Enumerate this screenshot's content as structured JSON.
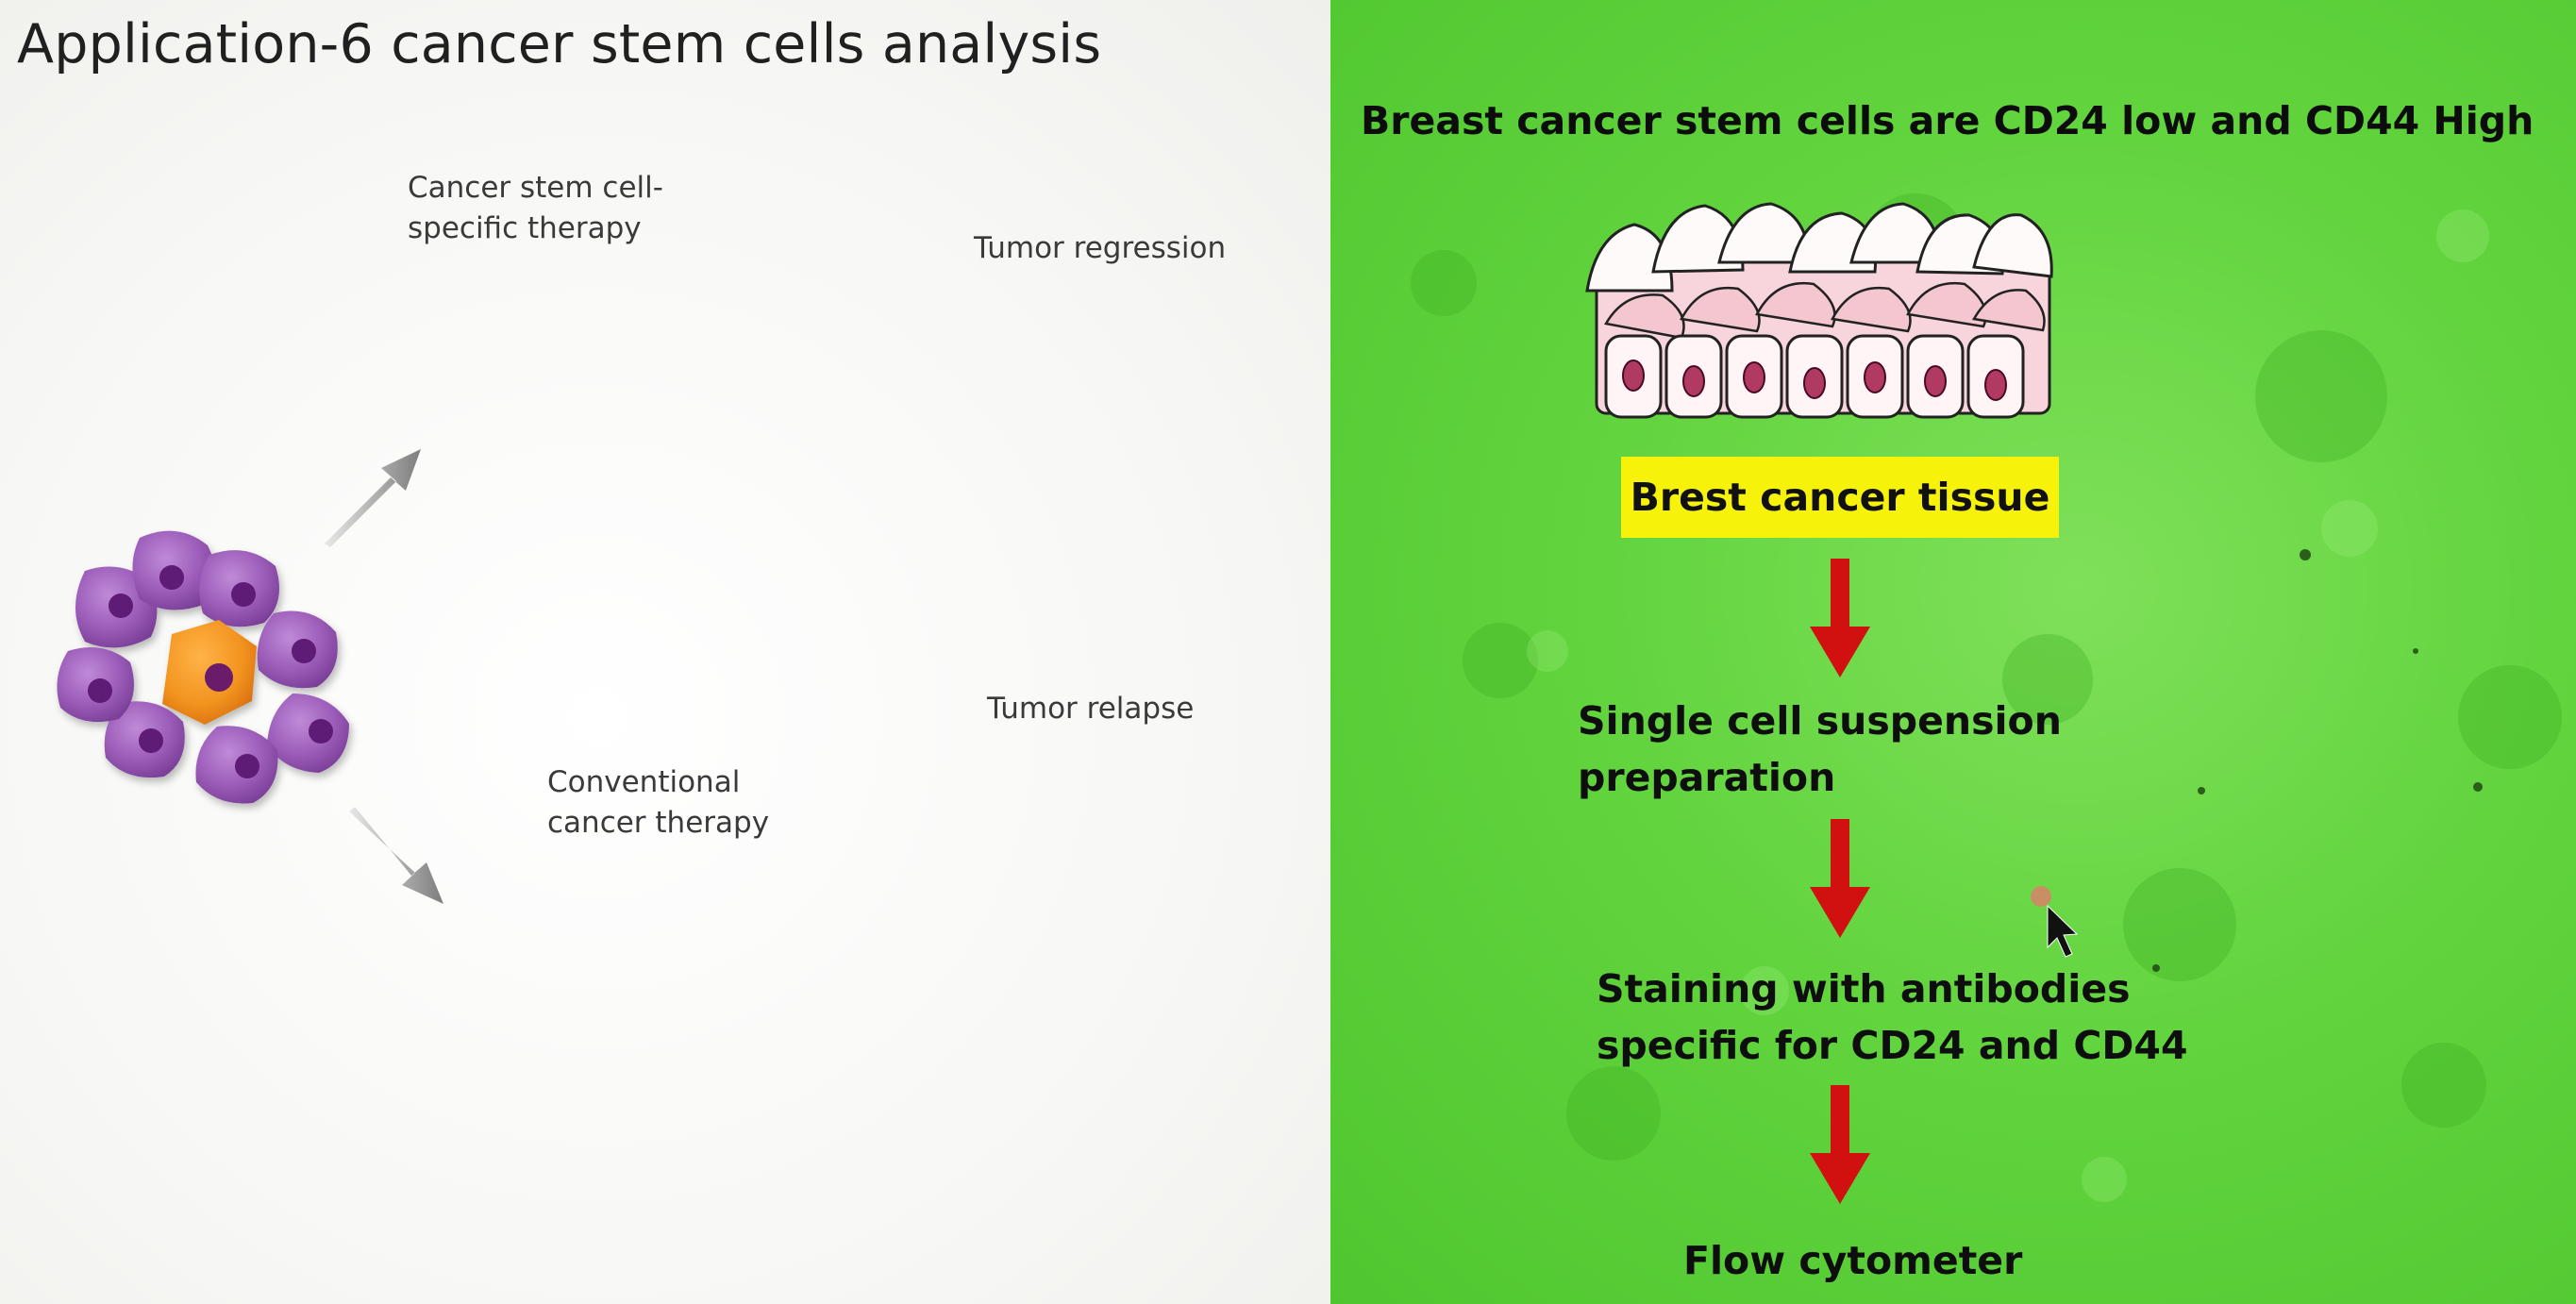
{
  "title": "Application-6  cancer stem cells analysis",
  "left": {
    "label_csc_therapy_1": "Cancer stem cell-",
    "label_csc_therapy_2": "specific therapy",
    "label_regression": "Tumor regression",
    "label_relapse": "Tumor relapse",
    "label_conventional_1": "Conventional",
    "label_conventional_2": "cancer therapy"
  },
  "right": {
    "heading": "Breast cancer stem cells are CD24 low and CD44 High",
    "tissue_label": "Brest cancer tissue",
    "step1_line1": "Single cell suspension",
    "step1_line2": "preparation",
    "step2_line1": "Staining with antibodies",
    "step2_line2": "specific for CD24 and CD44",
    "step3": "Flow cytometer"
  },
  "colors": {
    "purple_cell": "#9b5cb8",
    "purple_nucleus": "#5e1a76",
    "stem_cell_orange": "#f2931f",
    "green_background": "#62d43e",
    "arrow_red": "#d11010",
    "label_yellow": "#f6f20a"
  }
}
